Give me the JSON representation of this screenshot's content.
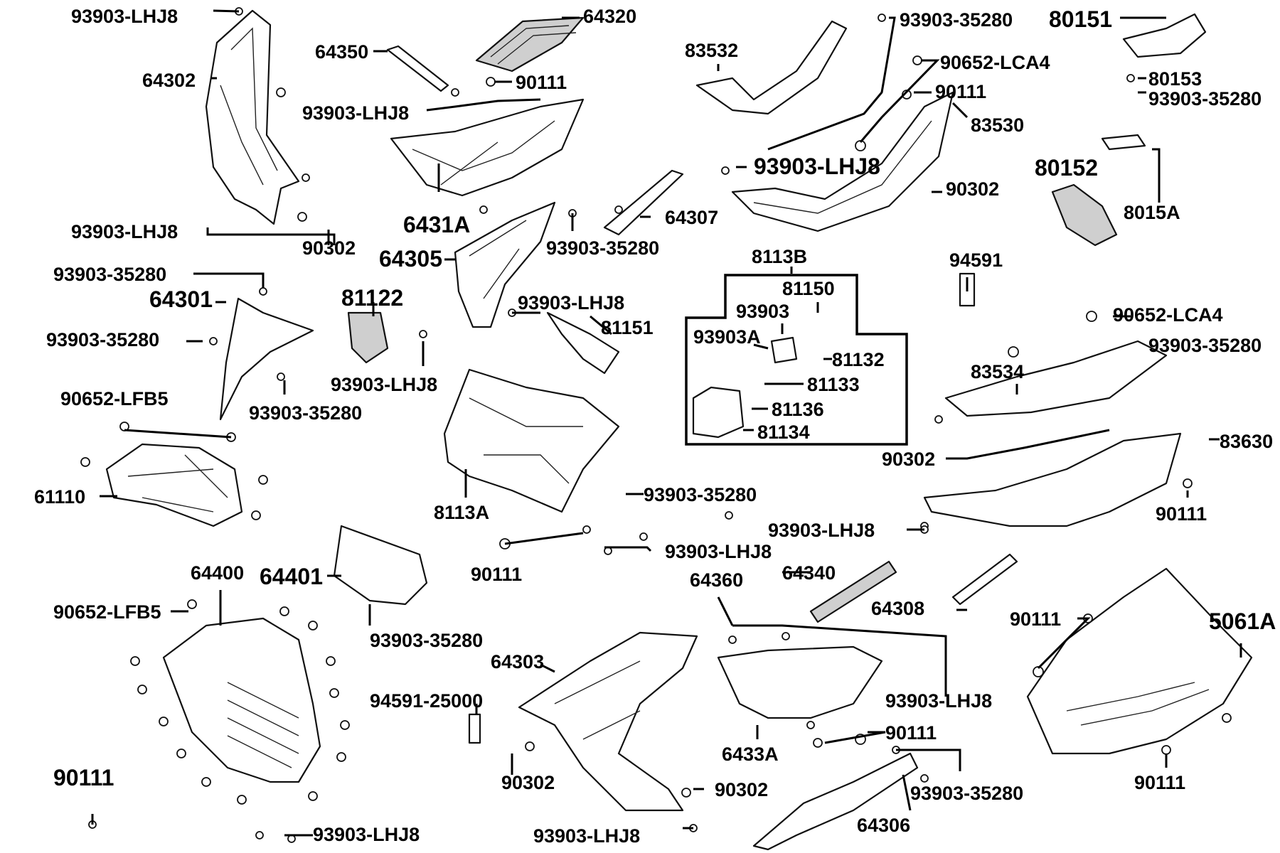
{
  "diagram": {
    "labels": [
      "93903-LHJ8",
      "64320",
      "64350",
      "64302",
      "90111",
      "93903-LHJ8",
      "93903-35280",
      "90652-LCA4",
      "83532",
      "90111",
      "83530",
      "80151",
      "80153",
      "93903-35280",
      "80152",
      "8015A",
      "93903-LHJ8",
      "90302",
      "6431A",
      "64307",
      "93903-35280",
      "64305",
      "93903-LHJ8",
      "90302",
      "8113B",
      "81150",
      "93903",
      "93903A",
      "81132",
      "81133",
      "81136",
      "81134",
      "94591",
      "90652-LCA4",
      "93903-35280",
      "83534",
      "90302",
      "83630",
      "90111",
      "93903-35280",
      "64301",
      "93903-35280",
      "93903-35280",
      "81122",
      "93903-LHJ8",
      "93903-LHJ8",
      "81151",
      "90652-LFB5",
      "61110",
      "8113A",
      "93903-35280",
      "93903-LHJ8",
      "90111",
      "93903-LHJ8",
      "64400",
      "64401",
      "90652-LFB5",
      "93903-35280",
      "64360",
      "64340",
      "64308",
      "64303",
      "94591-25000",
      "90302",
      "90302",
      "93903-LHJ8",
      "93903-LHJ8",
      "90111",
      "5061A",
      "90111",
      "6433A",
      "90111",
      "93903-35280",
      "64306",
      "90111",
      "93903-LHJ8"
    ]
  }
}
